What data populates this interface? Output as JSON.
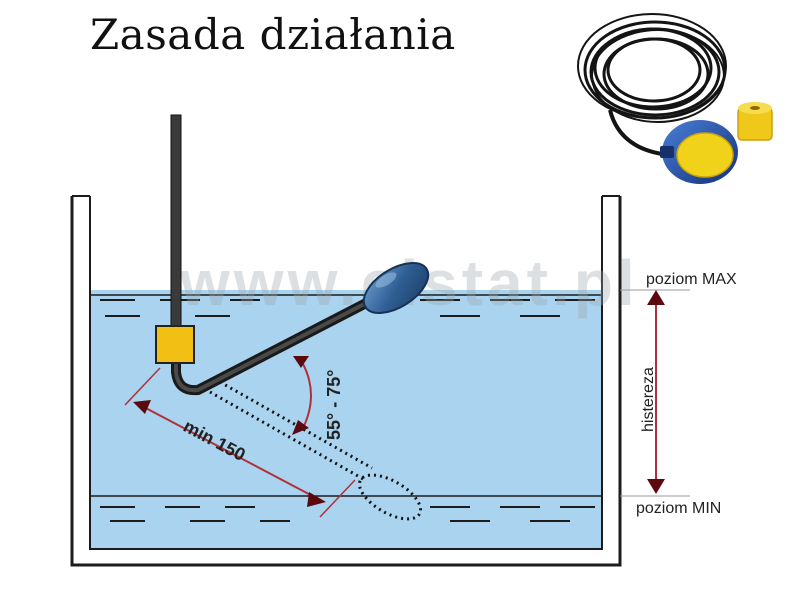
{
  "title": "Zasada działania",
  "watermark": "www.elstat.pl",
  "labels": {
    "level_max": "poziom MAX",
    "level_min": "poziom MIN",
    "hysteresis": "histereza",
    "angle": "55° - 75°",
    "min_length": "min 150"
  },
  "colors": {
    "water": "#a9d3ef",
    "tank_wall": "#1c1c1c",
    "float_body": "#3a6fa8",
    "housing": "#f2c014",
    "arrow": "#7a0f14",
    "dim_line": "#b0313a"
  },
  "product_photo": {
    "icons": [
      "cable-coil-icon",
      "float-switch-icon",
      "counterweight-icon"
    ]
  }
}
